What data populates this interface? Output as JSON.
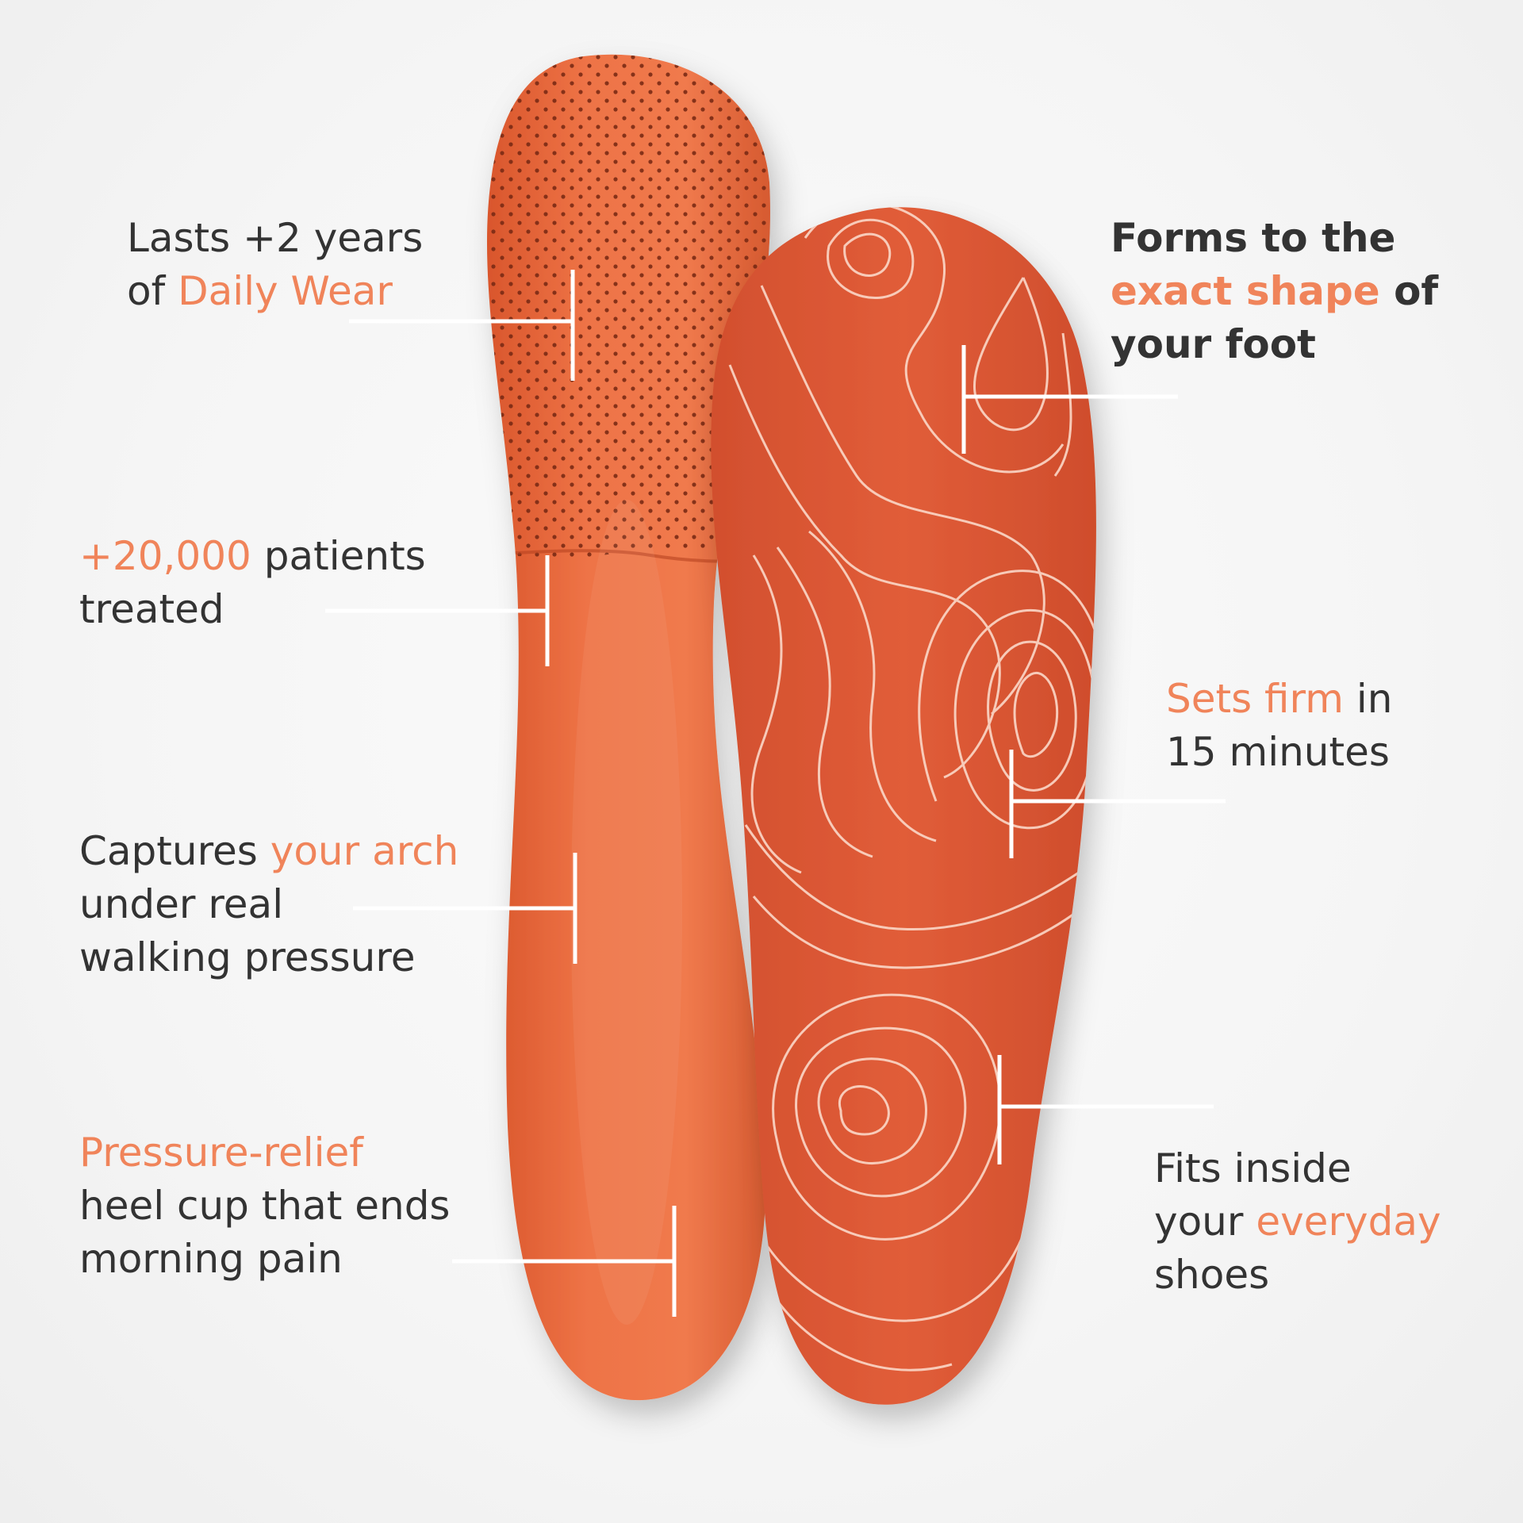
{
  "colors": {
    "accent": "#f0845a",
    "text": "#333333",
    "insole_left": "#ed6a3a",
    "insole_right": "#e05a36",
    "contour_line": "#fbd8c8",
    "pointer_line": "#ffffff"
  },
  "callouts": {
    "lasts": {
      "l1_a": "Lasts +2 years",
      "l2_a": "of ",
      "l2_b": "Daily Wear"
    },
    "patients": {
      "l1_a": "+20,000",
      "l1_b": " patients",
      "l2_a": "treated"
    },
    "arch": {
      "l1_a": "Captures ",
      "l1_b": "your arch",
      "l2_a": "under real",
      "l3_a": "walking pressure"
    },
    "heel": {
      "l1_a": "Pressure-relief",
      "l2_a": "heel cup that ends",
      "l3_a": "morning pain"
    },
    "forms": {
      "l1_a": "Forms to the",
      "l2_a": "exact shape",
      "l2_b": " of",
      "l3_a": "your foot"
    },
    "firm": {
      "l1_a": "Sets firm",
      "l1_b": " in",
      "l2_a": "15 minutes"
    },
    "fits": {
      "l1_a": "Fits inside",
      "l2_a": "your ",
      "l2_b": "everyday",
      "l3_a": "shoes"
    }
  }
}
